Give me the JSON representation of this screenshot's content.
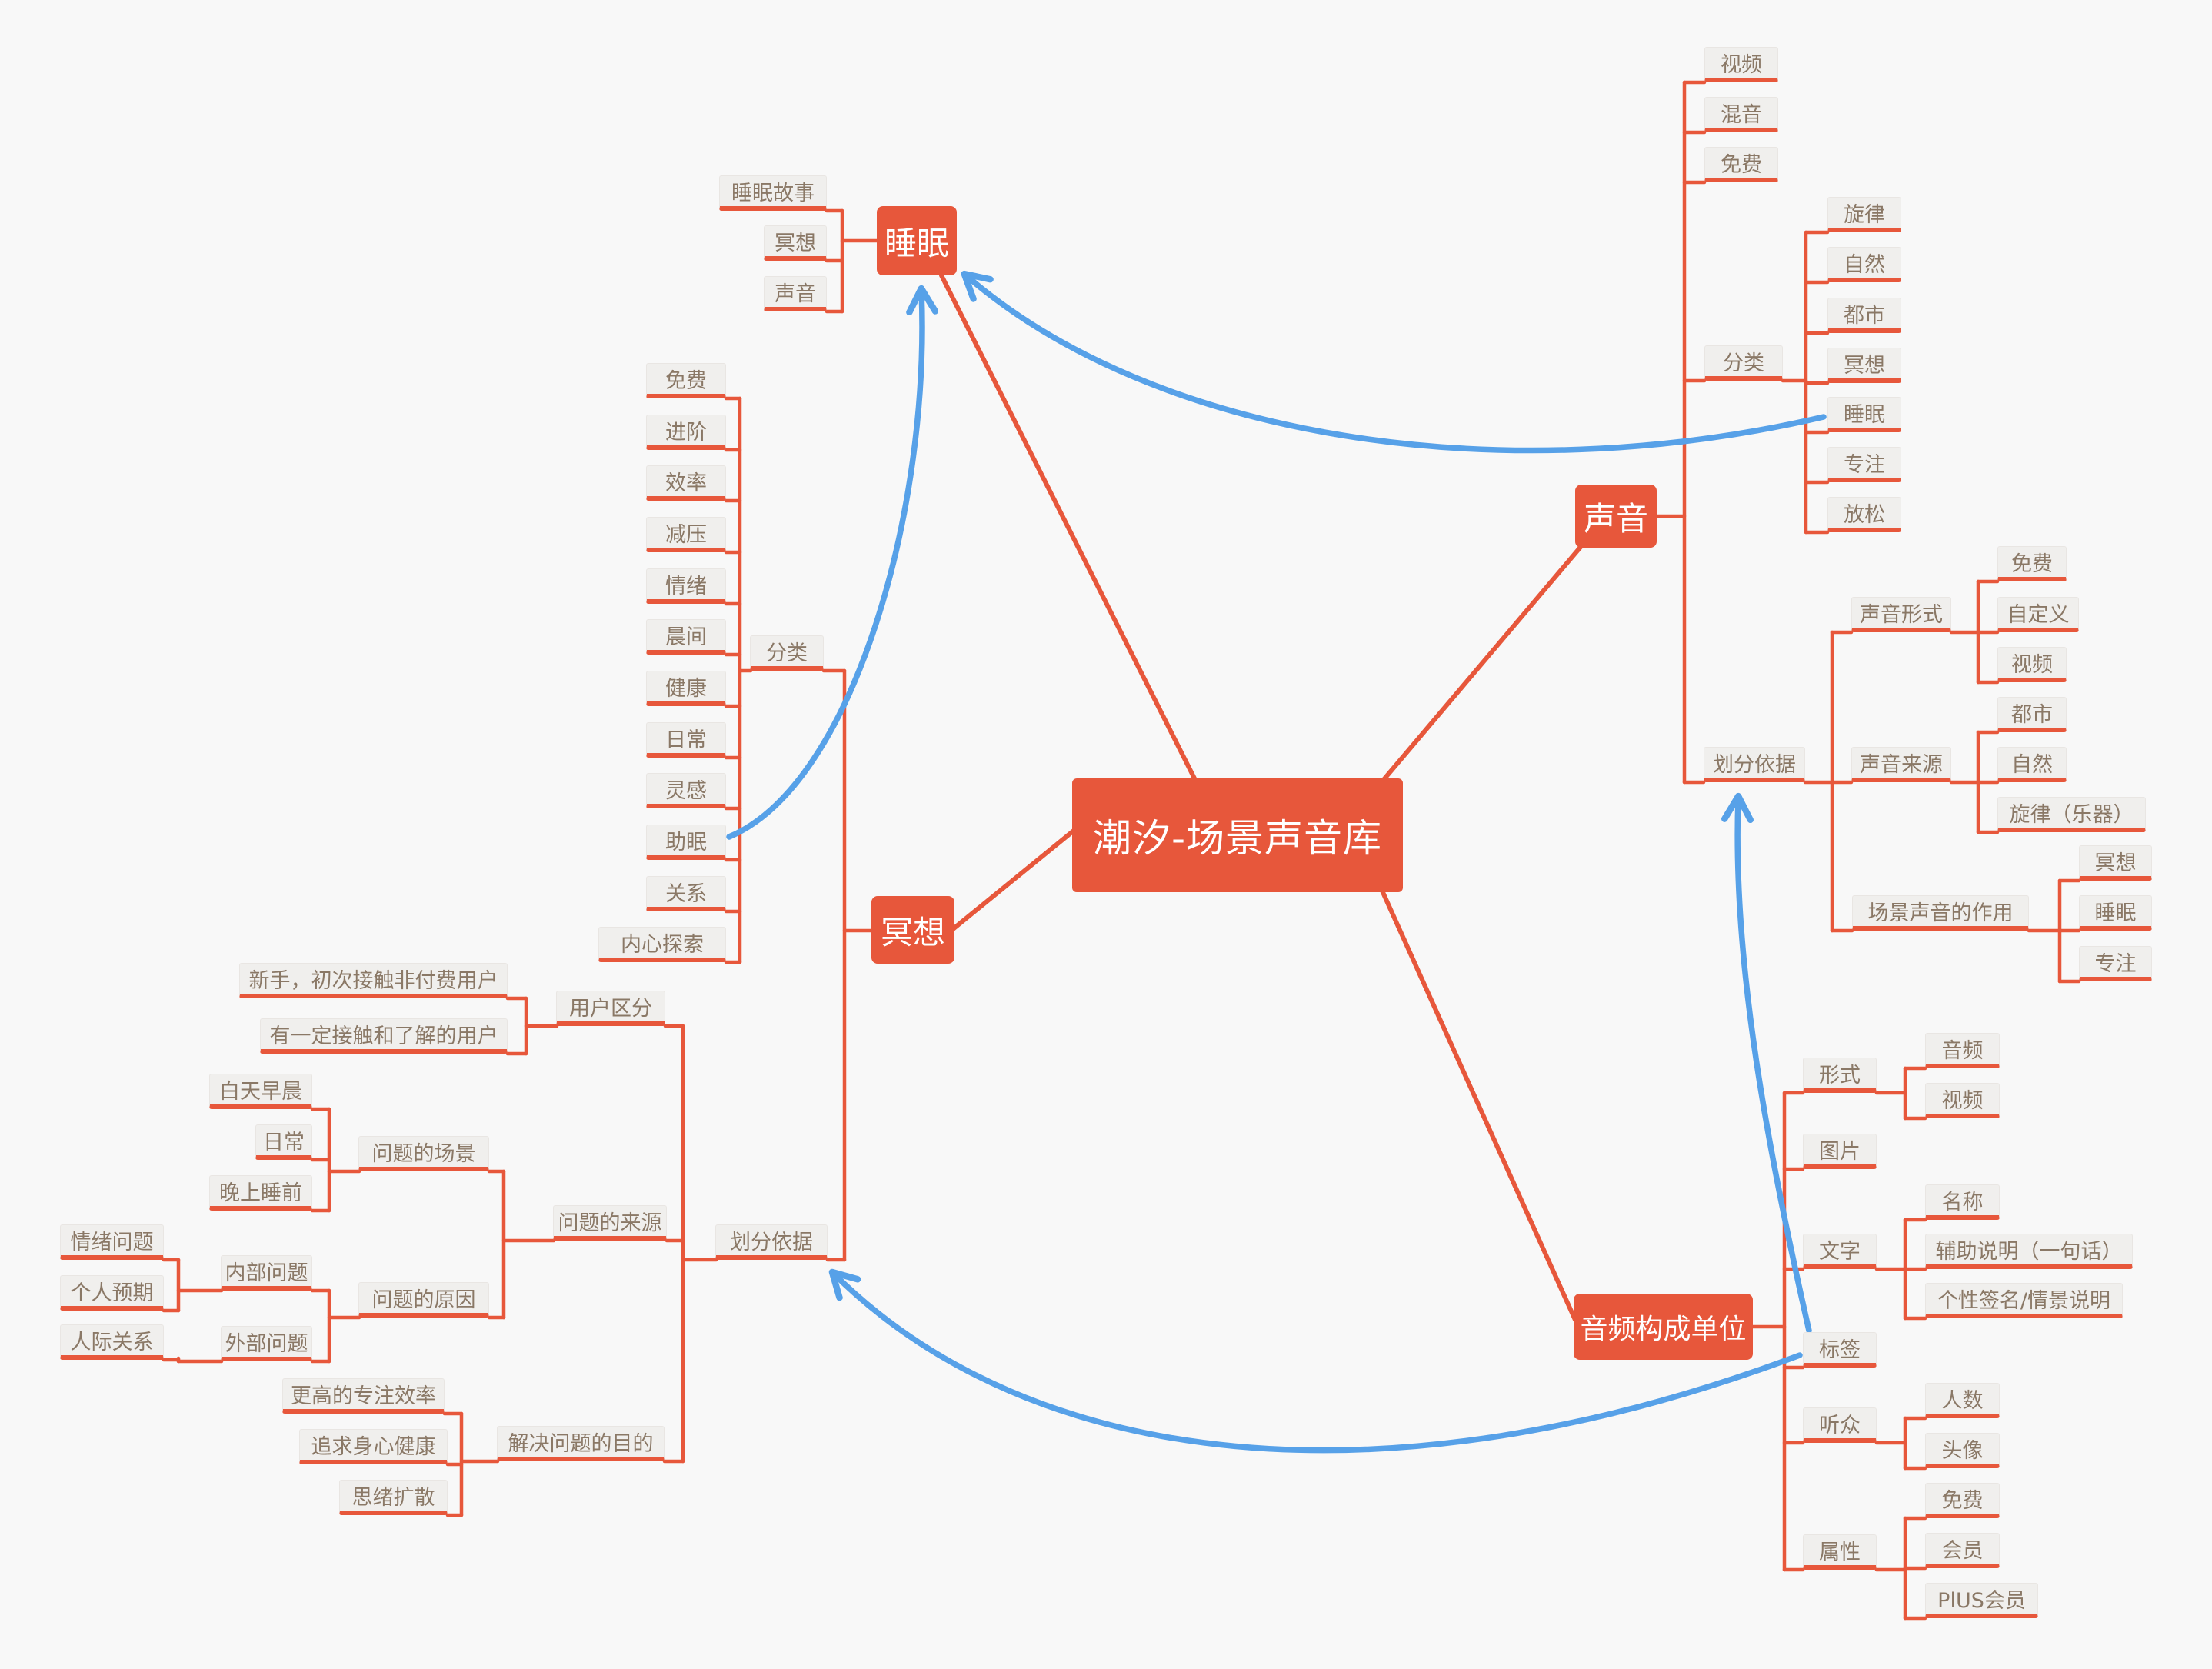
{
  "center": {
    "label": "潮汐-场景声音库"
  },
  "colors": {
    "background": "#F8F8F8",
    "accent": "#E7573B",
    "topic_bg": "#F0EFED",
    "topic_text": "#8A7866",
    "relationship_blue": "#57A1E8",
    "main_text": "#FFFFFF"
  },
  "nodes": [
    {
      "id": "root",
      "type": "central",
      "label": "潮汐-场景声音库"
    },
    {
      "id": "sleep",
      "type": "branch",
      "label": "睡眠"
    },
    {
      "id": "meditation",
      "type": "branch",
      "label": "冥想"
    },
    {
      "id": "sound",
      "type": "branch",
      "label": "声音"
    },
    {
      "id": "audio_unit",
      "type": "branch",
      "label": "音频构成单位"
    },
    {
      "id": "sleep_story",
      "type": "topic",
      "label": "睡眠故事"
    },
    {
      "id": "sleep_med",
      "type": "topic",
      "label": "冥想"
    },
    {
      "id": "sleep_snd",
      "type": "topic",
      "label": "声音"
    },
    {
      "id": "med_cat",
      "type": "topic",
      "label": "分类"
    },
    {
      "id": "cat_free",
      "type": "topic",
      "label": "免费"
    },
    {
      "id": "cat_adv",
      "type": "topic",
      "label": "进阶"
    },
    {
      "id": "cat_eff",
      "type": "topic",
      "label": "效率"
    },
    {
      "id": "cat_destress",
      "type": "topic",
      "label": "减压"
    },
    {
      "id": "cat_emotion",
      "type": "topic",
      "label": "情绪"
    },
    {
      "id": "cat_morning",
      "type": "topic",
      "label": "晨间"
    },
    {
      "id": "cat_health",
      "type": "topic",
      "label": "健康"
    },
    {
      "id": "cat_daily",
      "type": "topic",
      "label": "日常"
    },
    {
      "id": "cat_inspire",
      "type": "topic",
      "label": "灵感"
    },
    {
      "id": "cat_sleepaid",
      "type": "topic",
      "label": "助眠"
    },
    {
      "id": "cat_relation",
      "type": "topic",
      "label": "关系"
    },
    {
      "id": "cat_inner",
      "type": "topic",
      "label": "内心探索"
    },
    {
      "id": "med_basis",
      "type": "topic",
      "label": "划分依据"
    },
    {
      "id": "user_split",
      "type": "topic",
      "label": "用户区分"
    },
    {
      "id": "us_new",
      "type": "topic",
      "label": "新手，初次接触非付费用户"
    },
    {
      "id": "us_known",
      "type": "topic",
      "label": "有一定接触和了解的用户"
    },
    {
      "id": "prob_src",
      "type": "topic",
      "label": "问题的来源"
    },
    {
      "id": "scene",
      "type": "topic",
      "label": "问题的场景"
    },
    {
      "id": "scene_day",
      "type": "topic",
      "label": "白天早晨"
    },
    {
      "id": "scene_daily",
      "type": "topic",
      "label": "日常"
    },
    {
      "id": "scene_night",
      "type": "topic",
      "label": "晚上睡前"
    },
    {
      "id": "reason",
      "type": "topic",
      "label": "问题的原因"
    },
    {
      "id": "internal",
      "type": "topic",
      "label": "内部问题"
    },
    {
      "id": "int_emotion",
      "type": "topic",
      "label": "情绪问题"
    },
    {
      "id": "int_expect",
      "type": "topic",
      "label": "个人预期"
    },
    {
      "id": "external",
      "type": "topic",
      "label": "外部问题"
    },
    {
      "id": "ext_relation",
      "type": "topic",
      "label": "人际关系"
    },
    {
      "id": "solve",
      "type": "topic",
      "label": "解决问题的目的"
    },
    {
      "id": "solve_focus",
      "type": "topic",
      "label": "更高的专注效率"
    },
    {
      "id": "solve_health",
      "type": "topic",
      "label": "追求身心健康"
    },
    {
      "id": "solve_diverge",
      "type": "topic",
      "label": "思绪扩散"
    },
    {
      "id": "snd_cat",
      "type": "topic",
      "label": "分类"
    },
    {
      "id": "sc_video",
      "type": "topic",
      "label": "视频"
    },
    {
      "id": "sc_mix",
      "type": "topic",
      "label": "混音"
    },
    {
      "id": "sc_free",
      "type": "topic",
      "label": "免费"
    },
    {
      "id": "sc_melody",
      "type": "topic",
      "label": "旋律"
    },
    {
      "id": "sc_nature",
      "type": "topic",
      "label": "自然"
    },
    {
      "id": "sc_urban",
      "type": "topic",
      "label": "都市"
    },
    {
      "id": "sc_med",
      "type": "topic",
      "label": "冥想"
    },
    {
      "id": "sc_sleep",
      "type": "topic",
      "label": "睡眠"
    },
    {
      "id": "sc_focus",
      "type": "topic",
      "label": "专注"
    },
    {
      "id": "sc_relax",
      "type": "topic",
      "label": "放松"
    },
    {
      "id": "snd_basis",
      "type": "topic",
      "label": "划分依据"
    },
    {
      "id": "form",
      "type": "topic",
      "label": "声音形式"
    },
    {
      "id": "form_free",
      "type": "topic",
      "label": "免费"
    },
    {
      "id": "form_custom",
      "type": "topic",
      "label": "自定义"
    },
    {
      "id": "form_video",
      "type": "topic",
      "label": "视频"
    },
    {
      "id": "src",
      "type": "topic",
      "label": "声音来源"
    },
    {
      "id": "src_urban",
      "type": "topic",
      "label": "都市"
    },
    {
      "id": "src_nature",
      "type": "topic",
      "label": "自然"
    },
    {
      "id": "src_melody",
      "type": "topic",
      "label": "旋律（乐器）"
    },
    {
      "id": "effect",
      "type": "topic",
      "label": "场景声音的作用"
    },
    {
      "id": "eff_med",
      "type": "topic",
      "label": "冥想"
    },
    {
      "id": "eff_sleep",
      "type": "topic",
      "label": "睡眠"
    },
    {
      "id": "eff_focus",
      "type": "topic",
      "label": "专注"
    },
    {
      "id": "au_form",
      "type": "topic",
      "label": "形式"
    },
    {
      "id": "auf_audio",
      "type": "topic",
      "label": "音频"
    },
    {
      "id": "auf_video",
      "type": "topic",
      "label": "视频"
    },
    {
      "id": "au_img",
      "type": "topic",
      "label": "图片"
    },
    {
      "id": "au_text",
      "type": "topic",
      "label": "文字"
    },
    {
      "id": "aut_name",
      "type": "topic",
      "label": "名称"
    },
    {
      "id": "aut_desc",
      "type": "topic",
      "label": "辅助说明（一句话）"
    },
    {
      "id": "aut_sign",
      "type": "topic",
      "label": "个性签名/情景说明"
    },
    {
      "id": "au_tag",
      "type": "topic",
      "label": "标签"
    },
    {
      "id": "au_aud",
      "type": "topic",
      "label": "听众"
    },
    {
      "id": "aua_count",
      "type": "topic",
      "label": "人数"
    },
    {
      "id": "aua_avatar",
      "type": "topic",
      "label": "头像"
    },
    {
      "id": "au_attr",
      "type": "topic",
      "label": "属性"
    },
    {
      "id": "aup_free",
      "type": "topic",
      "label": "免费"
    },
    {
      "id": "aup_member",
      "type": "topic",
      "label": "会员"
    },
    {
      "id": "aup_plus",
      "type": "topic",
      "label": "PlUS会员"
    }
  ],
  "relationships": [
    {
      "from": "cat_sleepaid",
      "to": "sleep"
    },
    {
      "from": "sc_sleep",
      "to": "sleep"
    },
    {
      "from": "au_tag",
      "to": "snd_basis"
    },
    {
      "from": "au_tag",
      "to": "med_basis"
    }
  ]
}
